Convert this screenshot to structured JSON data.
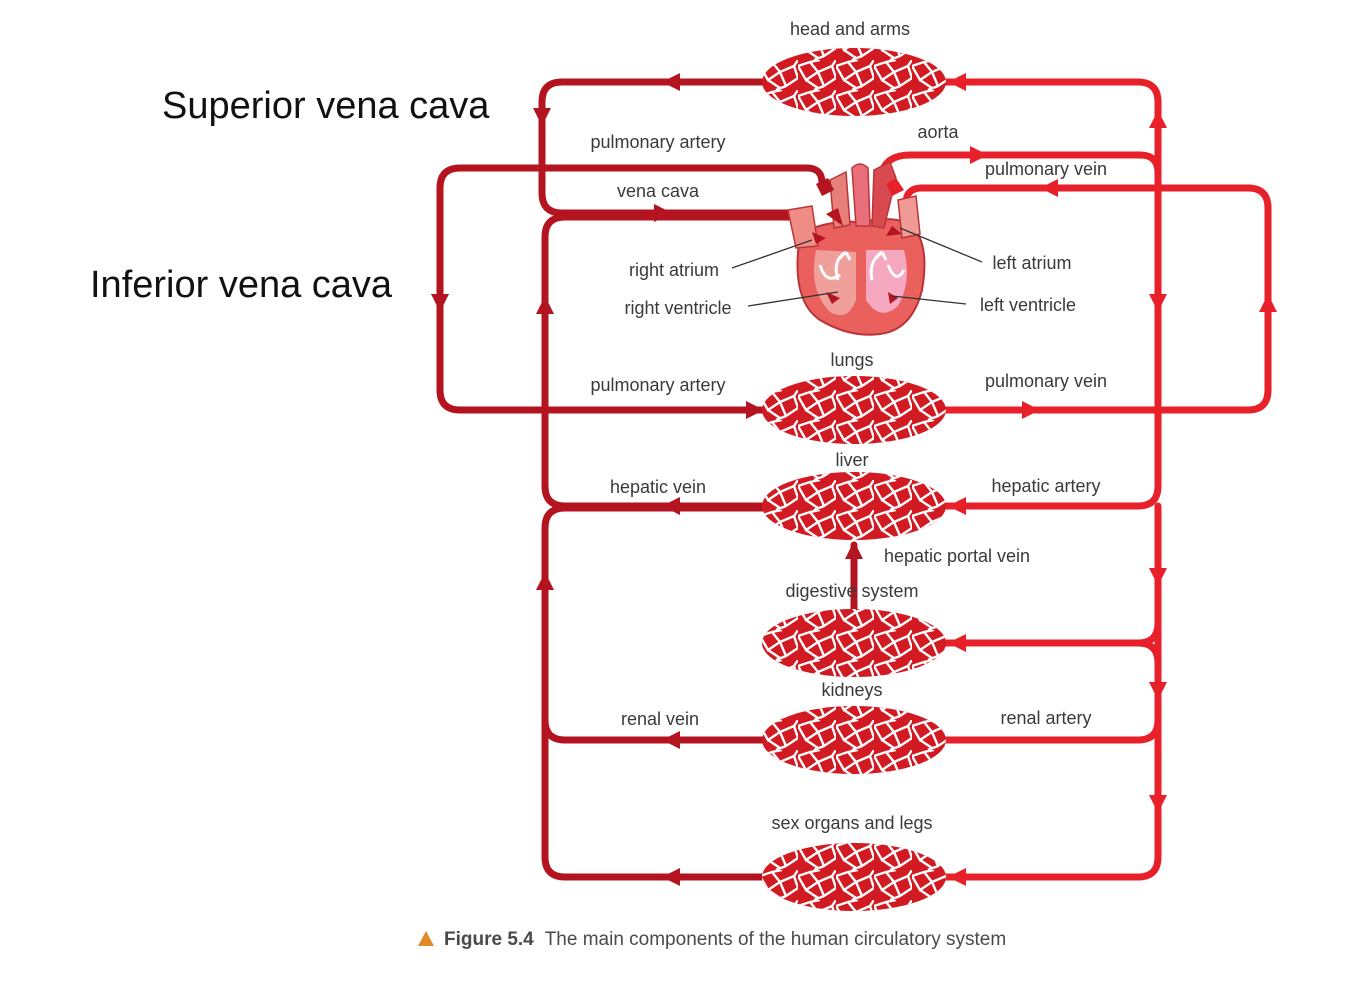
{
  "annotations": {
    "superior_vena_cava": "Superior vena cava",
    "inferior_vena_cava": "Inferior vena cava"
  },
  "labels": {
    "head_and_arms": "head and arms",
    "pulmonary_artery_top": "pulmonary artery",
    "aorta": "aorta",
    "pulmonary_vein_top": "pulmonary vein",
    "vena_cava": "vena cava",
    "right_atrium": "right atrium",
    "right_ventricle": "right ventricle",
    "left_atrium": "left atrium",
    "left_ventricle": "left ventricle",
    "lungs": "lungs",
    "pulmonary_artery_mid": "pulmonary artery",
    "pulmonary_vein_mid": "pulmonary vein",
    "liver": "liver",
    "hepatic_vein": "hepatic vein",
    "hepatic_artery": "hepatic artery",
    "hepatic_portal_vein": "hepatic portal vein",
    "digestive_system": "digestive system",
    "kidneys": "kidneys",
    "renal_vein": "renal vein",
    "renal_artery": "renal artery",
    "sex_organs_and_legs": "sex organs and legs"
  },
  "caption": {
    "number": "Figure 5.4",
    "text": "The main components of the human circulatory system"
  },
  "colors": {
    "deoxygenated_vessel": "#b3141f",
    "oxygenated_vessel": "#e8202a",
    "capillary_bed": "#d11a22",
    "heart": "#e9605c",
    "caption_marker": "#e08a2a"
  }
}
